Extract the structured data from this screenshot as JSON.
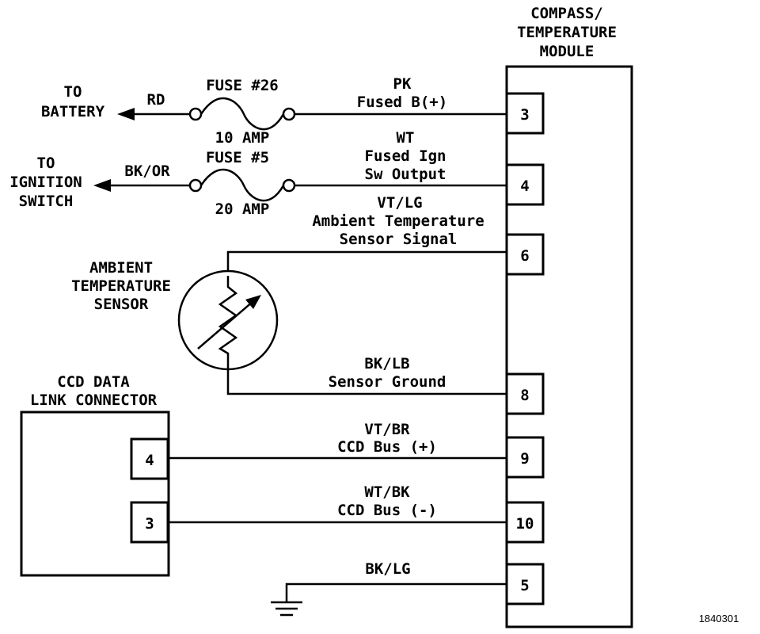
{
  "module": {
    "title_lines": [
      "COMPASS/",
      "TEMPERATURE",
      "MODULE"
    ],
    "pins": [
      "3",
      "4",
      "6",
      "8",
      "9",
      "10",
      "5"
    ]
  },
  "battery": {
    "label_lines": [
      "TO",
      "BATTERY"
    ],
    "wire_color": "RD",
    "fuse_name": "FUSE #26",
    "fuse_rating": "10 AMP",
    "circuit_color": "PK",
    "circuit_name": "Fused B(+)"
  },
  "ignition": {
    "label_lines": [
      "TO",
      "IGNITION",
      "SWITCH"
    ],
    "wire_color": "BK/OR",
    "fuse_name": "FUSE #5",
    "fuse_rating": "20 AMP",
    "circuit_color": "WT",
    "circuit_name_lines": [
      "Fused Ign",
      "Sw Output"
    ]
  },
  "sensor": {
    "label_lines": [
      "AMBIENT",
      "TEMPERATURE",
      "SENSOR"
    ],
    "signal_color": "VT/LG",
    "signal_name_lines": [
      "Ambient Temperature",
      "Sensor Signal"
    ],
    "ground_color": "BK/LB",
    "ground_name": "Sensor Ground"
  },
  "ccd": {
    "label_lines": [
      "CCD DATA",
      "LINK CONNECTOR"
    ],
    "pins": [
      "4",
      "3"
    ],
    "bus_plus_color": "VT/BR",
    "bus_plus_name": "CCD Bus (+)",
    "bus_minus_color": "WT/BK",
    "bus_minus_name": "CCD Bus (-)"
  },
  "ground": {
    "wire_color": "BK/LG"
  },
  "figure_id": "1840301"
}
